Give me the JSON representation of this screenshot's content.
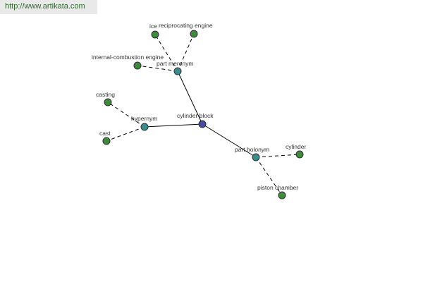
{
  "site": {
    "url": "http://www.artikata.com"
  },
  "colors": {
    "banner_bg": "#e9e9e9",
    "url_text": "#2d6b2d",
    "center_node": "#4a4aa0",
    "relation_node": "#3b8c8c",
    "leaf_node": "#3f8a3f",
    "node_stroke": "#2f2f2f",
    "edge": "#000000",
    "label": "#333333"
  },
  "graph": {
    "center": {
      "id": "cylinder-block",
      "label": "cylinder block",
      "kind": "center"
    },
    "relations": [
      {
        "id": "part-meronym",
        "label": "part meronym",
        "kind": "relation"
      },
      {
        "id": "hypernym",
        "label": "hypernym",
        "kind": "relation"
      },
      {
        "id": "part-holonym",
        "label": "part holonym",
        "kind": "relation"
      }
    ],
    "leaves": [
      {
        "id": "ice",
        "label": "ice",
        "relation": "part-meronym"
      },
      {
        "id": "reciprocating-engine",
        "label": "reciprocating engine",
        "relation": "part-meronym"
      },
      {
        "id": "internal-combustion-engine",
        "label": "internal-combustion engine",
        "relation": "part-meronym"
      },
      {
        "id": "casting",
        "label": "casting",
        "relation": "hypernym"
      },
      {
        "id": "cast",
        "label": "cast",
        "relation": "hypernym"
      },
      {
        "id": "cylinder",
        "label": "cylinder",
        "relation": "part-holonym"
      },
      {
        "id": "piston-chamber",
        "label": "piston chamber",
        "relation": "part-holonym"
      }
    ]
  }
}
